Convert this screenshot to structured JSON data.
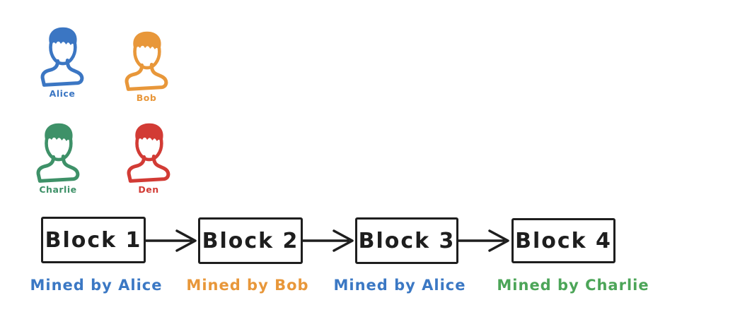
{
  "people": [
    {
      "name": "Alice",
      "color": "#3b76c3"
    },
    {
      "name": "Bob",
      "color": "#e8973a"
    },
    {
      "name": "Charlie",
      "color": "#3e9168"
    },
    {
      "name": "Den",
      "color": "#d23b35"
    }
  ],
  "blockchain": {
    "stroke_color": "#1e1e1e",
    "blocks": [
      {
        "label": "Block 1",
        "mined_by": "Mined by Alice",
        "mined_by_color": "#3b78c4"
      },
      {
        "label": "Block 2",
        "mined_by": "Mined by Bob",
        "mined_by_color": "#e8973a"
      },
      {
        "label": "Block 3",
        "mined_by": "Mined by Alice",
        "mined_by_color": "#3b78c4"
      },
      {
        "label": "Block 4",
        "mined_by": "Mined by Charlie",
        "mined_by_color": "#4ca558"
      }
    ]
  }
}
